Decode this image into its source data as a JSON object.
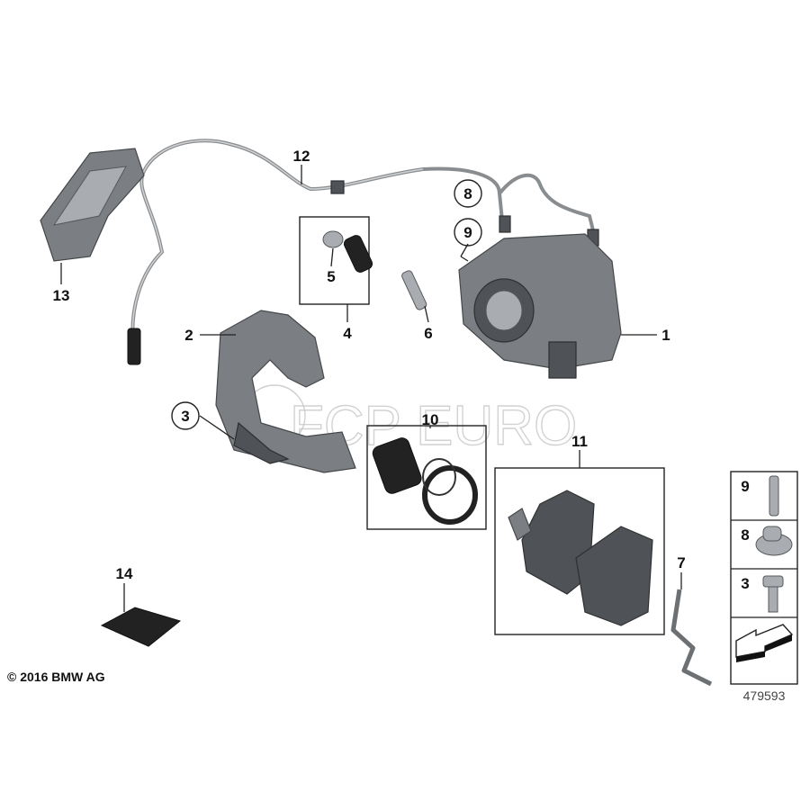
{
  "diagram": {
    "callouts": {
      "c1": "1",
      "c2": "2",
      "c3": "3",
      "c4": "4",
      "c5": "5",
      "c6": "6",
      "c7": "7",
      "c8": "8",
      "c9": "9",
      "c10": "10",
      "c11": "11",
      "c12": "12",
      "c13": "13",
      "c14": "14"
    },
    "side_panel": {
      "items": [
        {
          "label": "9",
          "icon": "bleeder-screw-icon"
        },
        {
          "label": "8",
          "icon": "banjo-bolt-icon"
        },
        {
          "label": "3",
          "icon": "hex-bolt-icon"
        }
      ],
      "arrow_icon": "direction-arrow-icon"
    },
    "watermark": "FCP EURO",
    "copyright": "© 2016 BMW AG",
    "diagram_number": "479593"
  }
}
